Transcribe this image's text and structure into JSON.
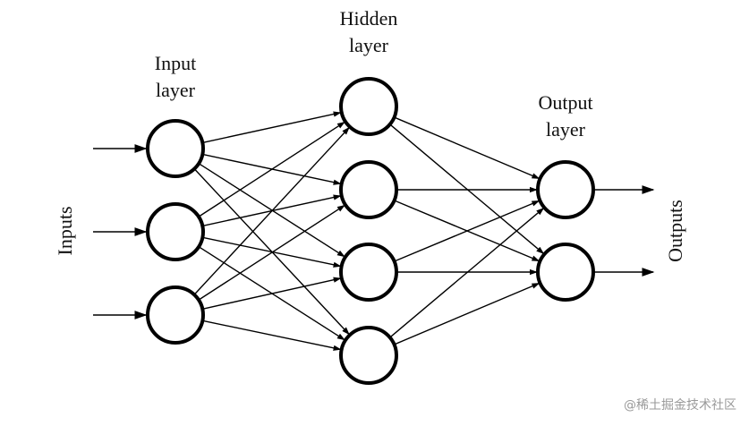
{
  "diagram": {
    "labels": {
      "input_layer": [
        "Input",
        "layer"
      ],
      "hidden_layer": [
        "Hidden",
        "layer"
      ],
      "output_layer": [
        "Output",
        "layer"
      ],
      "inputs": "Inputs",
      "outputs": "Outputs"
    },
    "layers": [
      {
        "name": "input",
        "node_count": 3
      },
      {
        "name": "hidden",
        "node_count": 4
      },
      {
        "name": "output",
        "node_count": 2
      }
    ],
    "connections": "fully-connected",
    "input_arrow_count": 3,
    "output_arrow_count": 2
  },
  "watermark": "@稀土掘金技术社区"
}
